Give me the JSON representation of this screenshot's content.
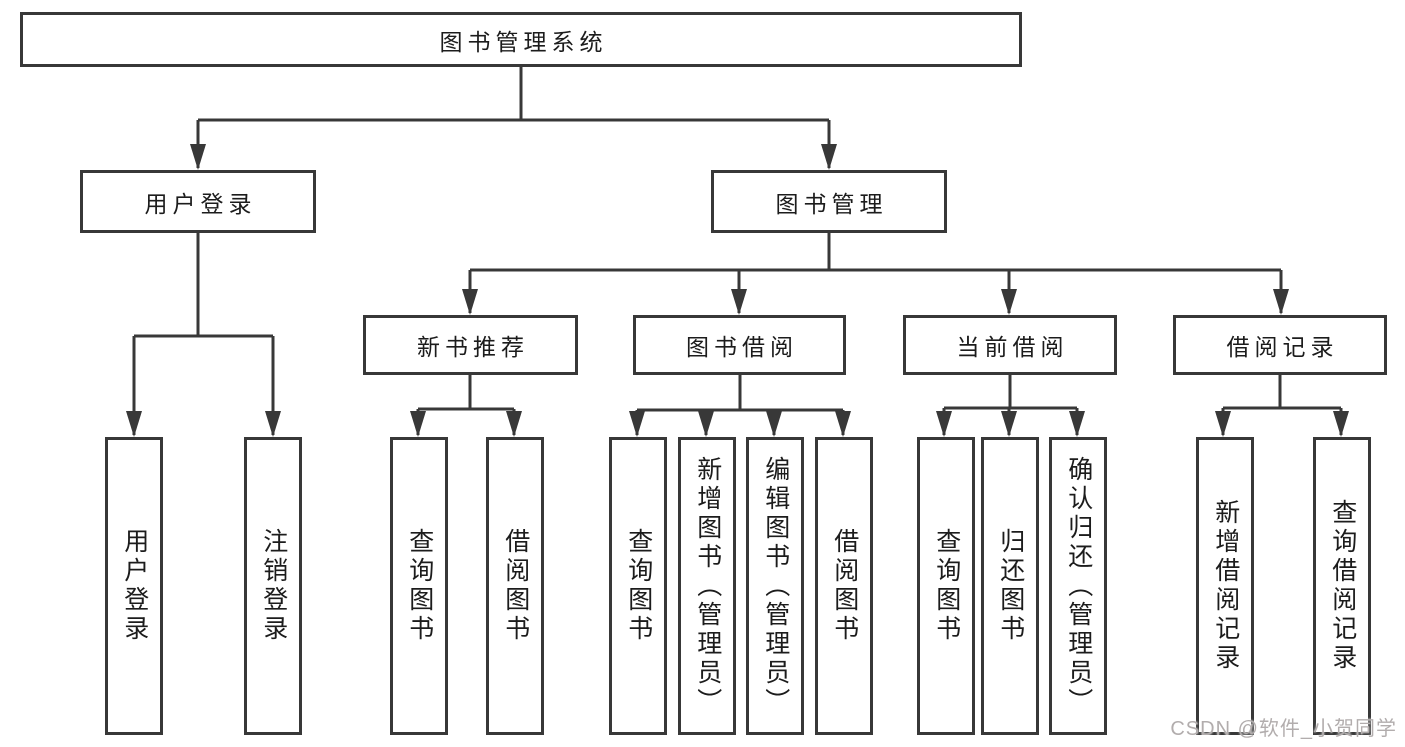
{
  "tree": {
    "label": "图书管理系统",
    "children": [
      {
        "label": "用户登录",
        "children": [
          {
            "label": "用户登录"
          },
          {
            "label": "注销登录"
          }
        ]
      },
      {
        "label": "图书管理",
        "children": [
          {
            "label": "新书推荐",
            "children": [
              {
                "label": "查询图书"
              },
              {
                "label": "借阅图书"
              }
            ]
          },
          {
            "label": "图书借阅",
            "children": [
              {
                "label": "查询图书"
              },
              {
                "label": "新增图书（管理员）"
              },
              {
                "label": "编辑图书（管理员）"
              },
              {
                "label": "借阅图书"
              }
            ]
          },
          {
            "label": "当前借阅",
            "children": [
              {
                "label": "查询图书"
              },
              {
                "label": "归还图书"
              },
              {
                "label": "确认归还（管理员）"
              }
            ]
          },
          {
            "label": "借阅记录",
            "children": [
              {
                "label": "新增借阅记录"
              },
              {
                "label": "查询借阅记录"
              }
            ]
          }
        ]
      }
    ]
  },
  "watermark": "CSDN @软件_小贺同学",
  "colors": {
    "line": "#383838",
    "box_border": "#383838",
    "text": "#1c1c1c",
    "watermark": "#b2adad",
    "background": "#ffffff"
  }
}
